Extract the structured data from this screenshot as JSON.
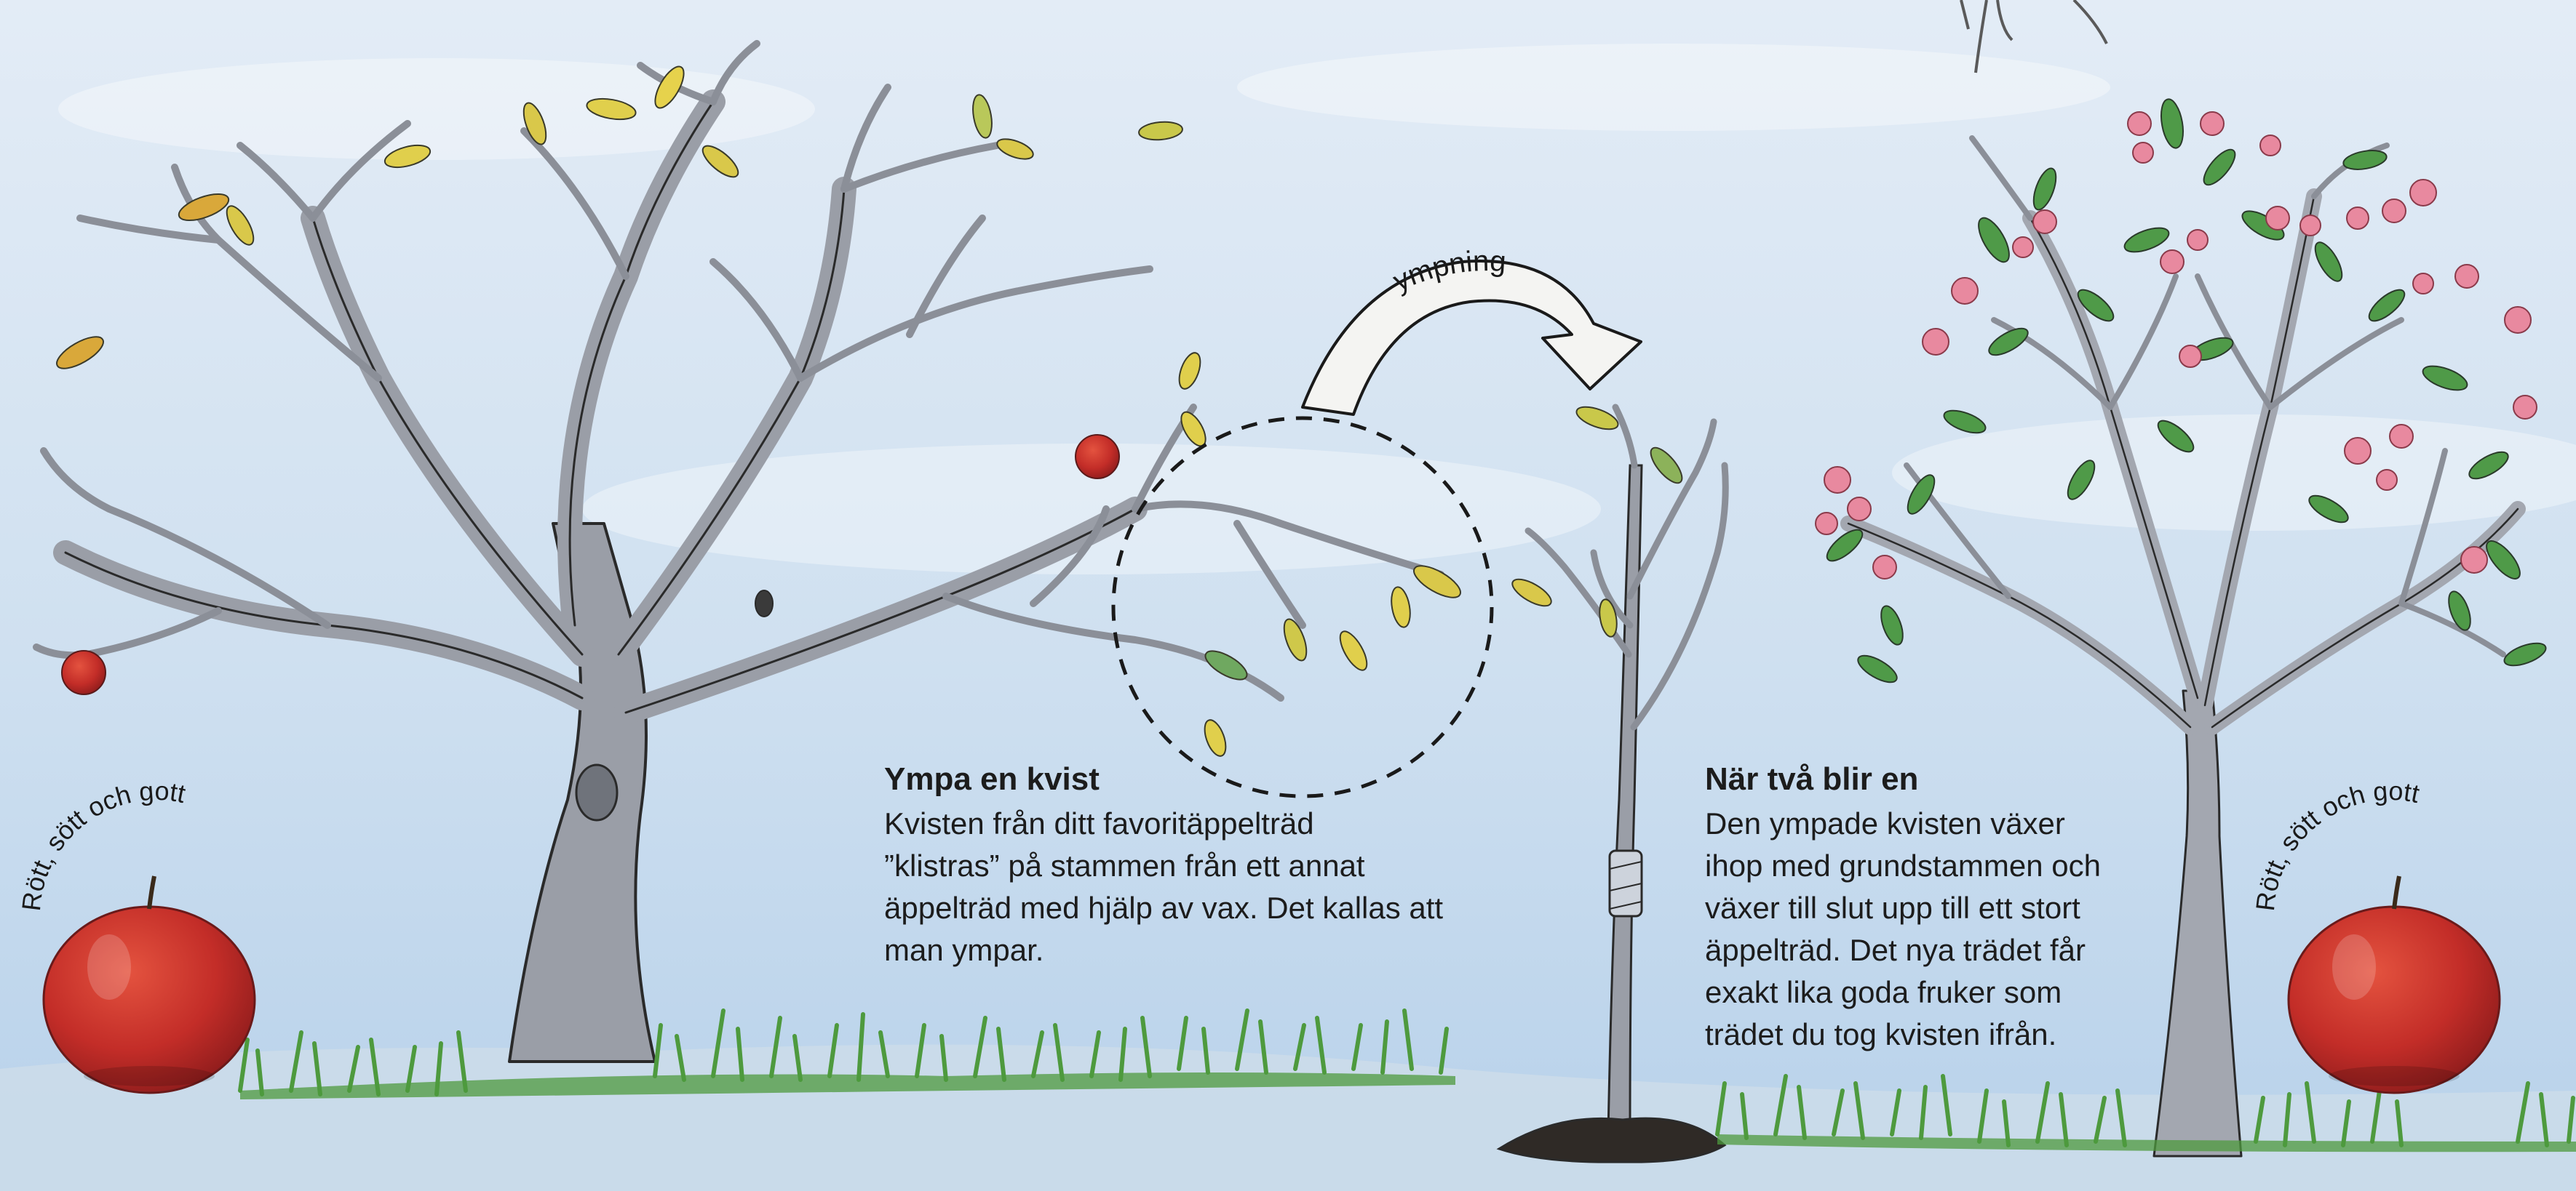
{
  "arrow_label": "ympning",
  "apple_badge_text": "Rött, sött och gott",
  "step_1": {
    "heading": "Ympa en kvist",
    "lines": [
      "Kvisten från ditt favoritäppelträd",
      "”klistras” på stammen från ett annat",
      "äppelträd med hjälp av vax. Det kallas att",
      "man ympar."
    ]
  },
  "step_2": {
    "heading": "När två blir en",
    "lines": [
      "Den ympade kvisten växer",
      "ihop med grundstammen och",
      "växer till slut upp till ett stort",
      "äppelträd. Det nya trädet får",
      "exakt lika goda fruker som",
      "trädet du tog kvisten ifrån."
    ]
  },
  "colors": {
    "sky_top": "#dfe9f4",
    "sky_bottom": "#b9d3ea",
    "bark": "#9a9ea7",
    "bark_outline": "#2a2a2a",
    "leaf_yellow": "#d9c84a",
    "leaf_green": "#4f9a48",
    "blossom_pink": "#e8899f",
    "apple_red": "#c8332d",
    "grass": "#4e9a3e"
  }
}
